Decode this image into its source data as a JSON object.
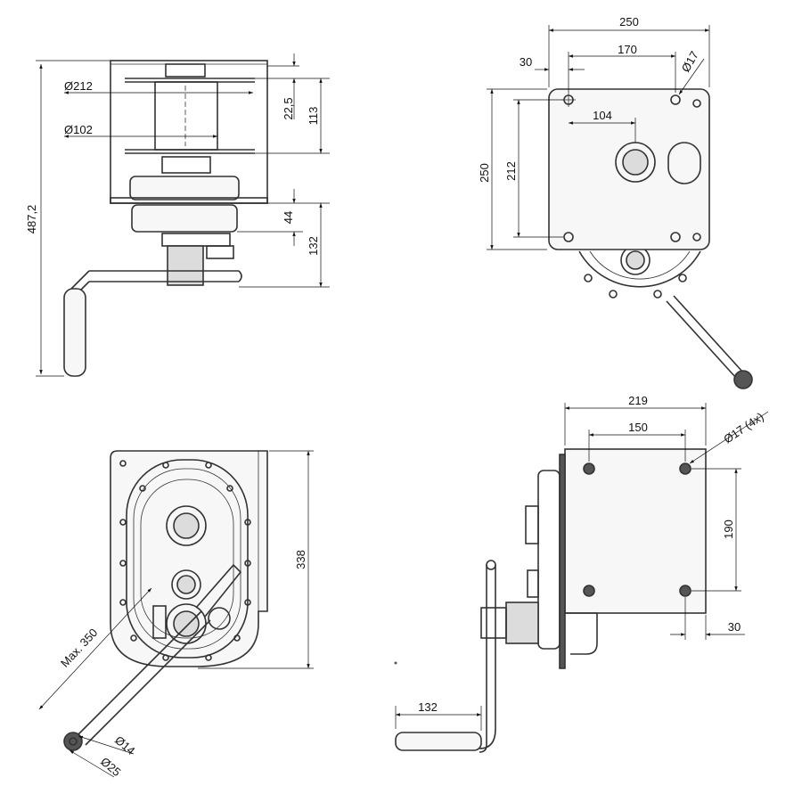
{
  "dimensions": {
    "side_view": {
      "overall_height": "487,2",
      "drum_diameter": "Ø212",
      "core_diameter": "Ø102",
      "offset_a": "22,5",
      "drum_height": "113",
      "gear_gap": "44",
      "handle_offset": "132"
    },
    "top_view": {
      "width": "250",
      "hole_span": "170",
      "edge_offset": "30",
      "hole_diameter": "Ø17",
      "shaft_offset": "104",
      "height": "250",
      "vertical_span": "212"
    },
    "front_view": {
      "height": "338",
      "crank_radius": "Max. 350",
      "grip_diameter": "Ø14",
      "knob_diameter": "Ø25"
    },
    "bottom_view": {
      "width": "219",
      "hole_span": "150",
      "hole_spec": "Ø17 (4x)",
      "vertical_span": "190",
      "edge_offset": "30",
      "handle_length": "132"
    }
  }
}
